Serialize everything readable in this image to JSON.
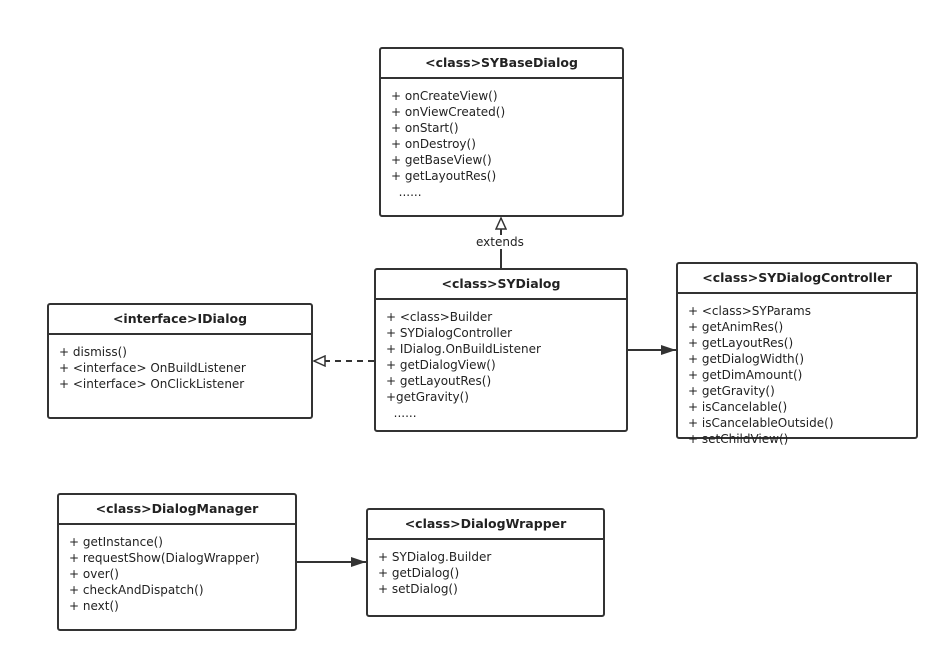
{
  "classes": {
    "base": {
      "title": "<class>SYBaseDialog",
      "members": [
        "+ onCreateView()",
        "+ onViewCreated()",
        "+ onStart()",
        "+ onDestroy()",
        "+ getBaseView()",
        "+ getLayoutRes()",
        "  ......"
      ]
    },
    "dialog": {
      "title": "<class>SYDialog",
      "members": [
        "+ <class>Builder",
        "+ SYDialogController",
        "+ IDialog.OnBuildListener",
        "+ getDialogView()",
        "+ getLayoutRes()",
        "+getGravity()",
        "  ......"
      ]
    },
    "idialog": {
      "title": "<interface>IDialog",
      "members": [
        "+ dismiss()",
        "+ <interface> OnBuildListener",
        "+ <interface> OnClickListener"
      ]
    },
    "controller": {
      "title": "<class>SYDialogController",
      "members": [
        "+ <class>SYParams",
        "+ getAnimRes()",
        "+ getLayoutRes()",
        "+ getDialogWidth()",
        "+ getDimAmount()",
        "+ getGravity()",
        "+ isCancelable()",
        "+ isCancelableOutside()",
        "+ setChildView()"
      ]
    },
    "manager": {
      "title": "<class>DialogManager",
      "members": [
        "+ getInstance()",
        "+ requestShow(DialogWrapper)",
        "+ over()",
        "+ checkAndDispatch()",
        "+ next()"
      ]
    },
    "wrapper": {
      "title": "<class>DialogWrapper",
      "members": [
        "+ SYDialog.Builder",
        "+ getDialog()",
        "+ setDialog()"
      ]
    }
  },
  "relations": {
    "extends_label": "extends"
  }
}
